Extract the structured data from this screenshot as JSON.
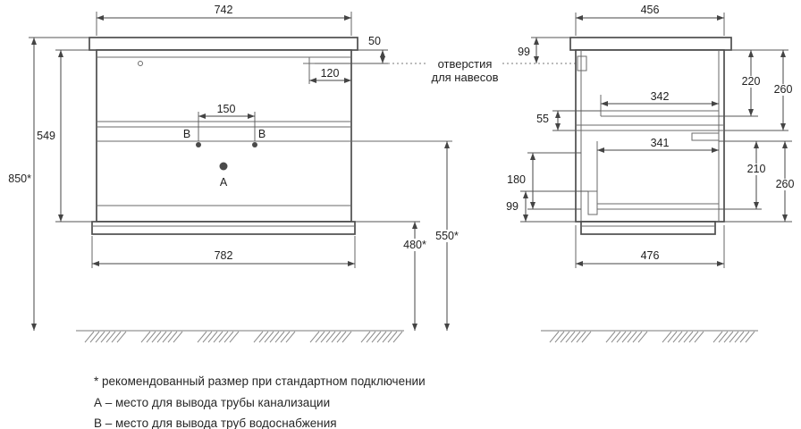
{
  "front_view": {
    "dim_top_width": "742",
    "dim_hanger_offset_top": "50",
    "dim_hanger_offset_side": "120",
    "dim_supply_spacing": "150",
    "dim_body_height": "549",
    "dim_total_height": "850*",
    "dim_bottom_width": "782",
    "dim_recommended_bottom": "480*",
    "dim_recommended_outlet": "550*",
    "marker_a": "А",
    "marker_b_left": "В",
    "marker_b_right": "В"
  },
  "side_view": {
    "dim_top_depth": "456",
    "dim_hanger_offset_top": "99",
    "dim_inner_top_right": "220",
    "dim_outer_top_right": "260",
    "dim_shelf_gap": "55",
    "dim_inner_depth_upper": "342",
    "dim_inner_depth_lower": "341",
    "dim_lower_left": "180",
    "dim_inner_bottom_right": "210",
    "dim_outer_bottom_right": "260",
    "dim_bottom_left": "99",
    "dim_bottom_depth": "476"
  },
  "callout": {
    "line1": "отверстия",
    "line2": "для навесов"
  },
  "footnotes": [
    "* рекомендованный размер при стандартном подключении",
    "А – место для вывода трубы канализации",
    "В – место для вывода труб водоснабжения"
  ]
}
